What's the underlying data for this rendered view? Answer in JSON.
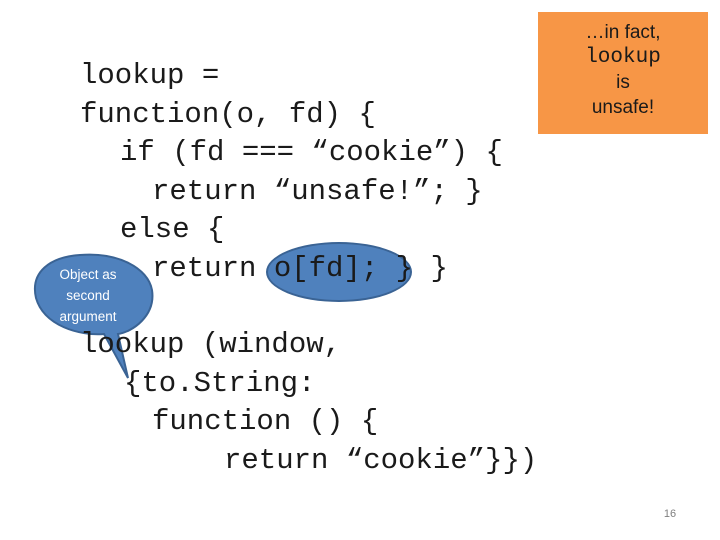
{
  "code_top": {
    "line1": "lookup =",
    "line2": "function(o, fd) {",
    "line3": "if (fd === “cookie”) {",
    "line4": "return “unsafe!”; }",
    "line5": "else {",
    "line6": "return o[fd]; } }"
  },
  "code_bottom": {
    "line1": "lookup (window,",
    "line2": "{to.String:",
    "line3": "function () {",
    "line4": "return “cookie”}})"
  },
  "note": {
    "line1": "…in fact,",
    "line2": "lookup",
    "line3": "is",
    "line4": "unsafe!",
    "color": "#f79646"
  },
  "callout": {
    "line1": "Object as",
    "line2": "second",
    "line3": "argument",
    "color": "#4f81bd"
  },
  "slide_number": "16"
}
